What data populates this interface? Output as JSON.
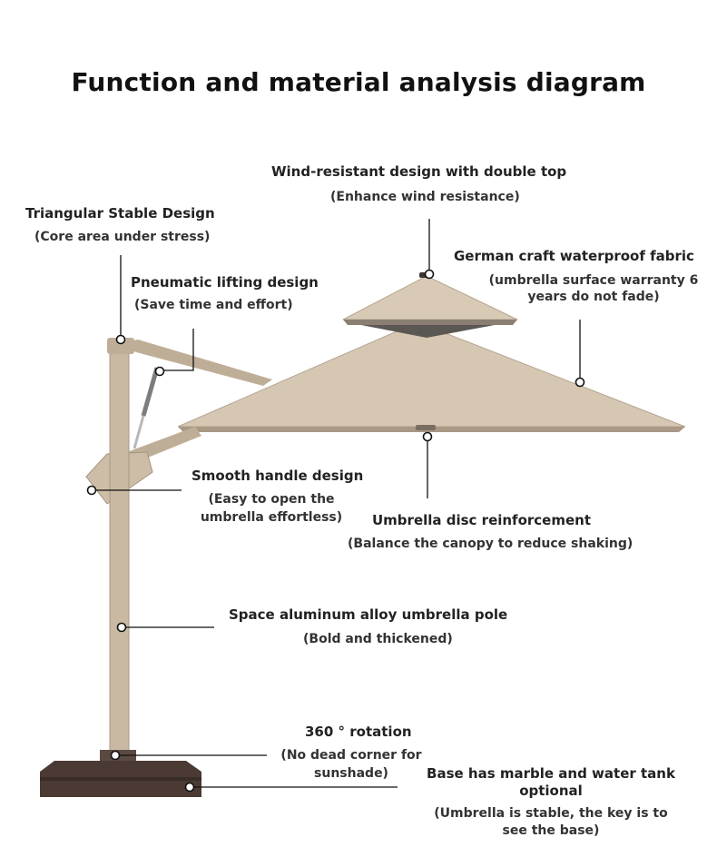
{
  "title": "Function and material analysis diagram",
  "callouts": {
    "wind": {
      "label": "Wind-resistant design with double top",
      "note": "(Enhance wind resistance)"
    },
    "triangular": {
      "label": "Triangular Stable Design",
      "note": "(Core area under stress)"
    },
    "fabric": {
      "label": "German craft waterproof fabric",
      "note_line1": "(umbrella surface warranty 6",
      "note_line2": "years do not fade)"
    },
    "pneumatic": {
      "label": "Pneumatic lifting design",
      "note": "(Save time and effort)"
    },
    "handle": {
      "label": "Smooth handle design",
      "note_line1": "(Easy to open the",
      "note_line2": "umbrella effortless)"
    },
    "disc": {
      "label": "Umbrella disc reinforcement",
      "note": "(Balance the canopy to reduce shaking)"
    },
    "pole": {
      "label": "Space aluminum alloy umbrella pole",
      "note": "(Bold and thickened)"
    },
    "rotation": {
      "label": "360 ° rotation",
      "note_line1": "(No dead corner for",
      "note_line2": "sunshade)"
    },
    "base": {
      "label_line1": "Base has marble and water tank",
      "label_line2": "optional",
      "note_line1": "(Umbrella is stable, the key is to",
      "note_line2": "see the base)"
    }
  },
  "colors": {
    "canopy": "#d6c7b3",
    "canopy_shadow": "#8a7f72",
    "pole": "#c9b9a3",
    "base": "#4a3a33",
    "leader": "#111111"
  }
}
